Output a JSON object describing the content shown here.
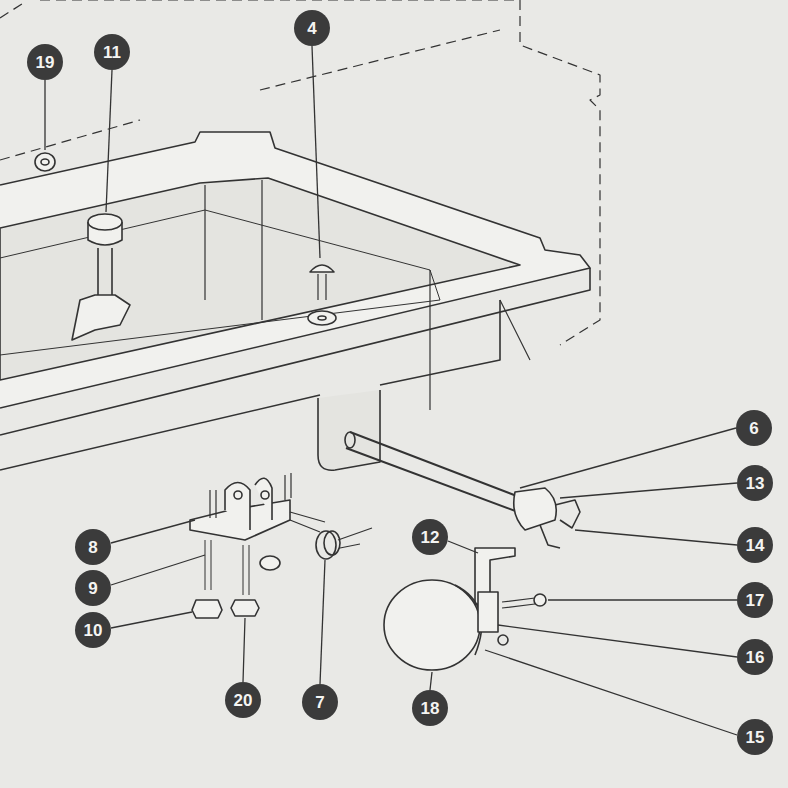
{
  "diagram": {
    "nodes": [
      {
        "text": [
          "19"
        ]
      },
      {
        "text": [
          "11"
        ]
      },
      {
        "text": [
          "4"
        ]
      },
      {
        "text": [
          "6"
        ]
      },
      {
        "text": [
          "13"
        ]
      },
      {
        "text": [
          "14"
        ]
      },
      {
        "text": [
          "12"
        ]
      },
      {
        "text": [
          "17"
        ]
      },
      {
        "text": [
          "8"
        ]
      },
      {
        "text": [
          "16"
        ]
      },
      {
        "text": [
          "9"
        ]
      },
      {
        "text": [
          "10"
        ]
      },
      {
        "text": [
          "20"
        ]
      },
      {
        "text": [
          "7"
        ]
      },
      {
        "text": [
          "18"
        ]
      },
      {
        "text": [
          "15"
        ]
      }
    ]
  }
}
